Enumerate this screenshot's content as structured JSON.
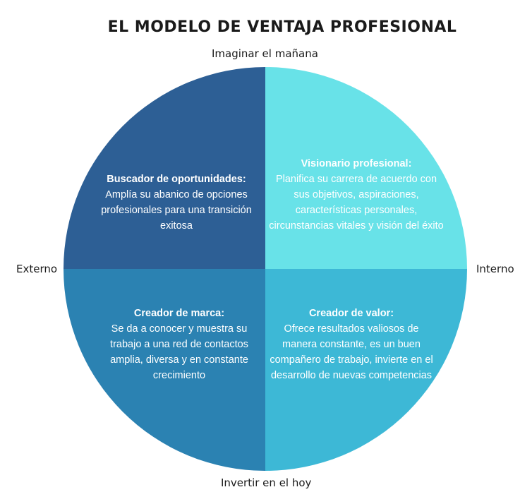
{
  "title": "EL MODELO DE VENTAJA PROFESIONAL",
  "axes": {
    "top": "Imaginar el mañana",
    "bottom": "Invertir en el hoy",
    "left": "Externo",
    "right": "Interno"
  },
  "quadrants": {
    "top_left": {
      "heading": "Buscador de oportunidades:",
      "text": "Amplía su abanico de opciones profesionales para una transición exitosa",
      "color": "#2d5f95"
    },
    "top_right": {
      "heading": "Visionario profesional:",
      "text": "Planifica su carrera de acuerdo con sus objetivos, aspiraciones, características personales, circunstancias vitales y visión del éxito",
      "color": "#68e2e8"
    },
    "bottom_left": {
      "heading": "Creador de marca:",
      "text": "Se da a conocer y muestra su trabajo a una red de contactos amplia, diversa y en constante crecimiento",
      "color": "#2b82b2"
    },
    "bottom_right": {
      "heading": "Creador de valor:",
      "text": "Ofrece resultados valiosos de manera constante, es un buen compañero de trabajo, invierte en el desarrollo de nuevas competencias",
      "color": "#3db8d6"
    }
  }
}
